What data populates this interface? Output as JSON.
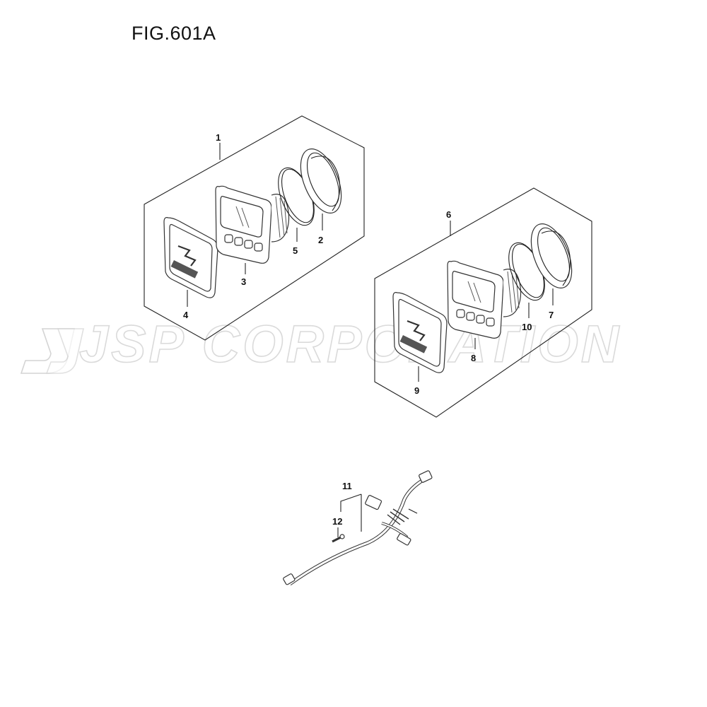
{
  "figure": {
    "title": "FIG.601A"
  },
  "watermark": {
    "text": "JSP CORPORATION"
  },
  "parts": [
    {
      "id": "p1",
      "number": "1"
    },
    {
      "id": "p2",
      "number": "2"
    },
    {
      "id": "p3",
      "number": "3"
    },
    {
      "id": "p4",
      "number": "4"
    },
    {
      "id": "p5",
      "number": "5"
    },
    {
      "id": "p6",
      "number": "6"
    },
    {
      "id": "p7",
      "number": "7"
    },
    {
      "id": "p8",
      "number": "8"
    },
    {
      "id": "p9",
      "number": "9"
    },
    {
      "id": "p10",
      "number": "10"
    },
    {
      "id": "p11",
      "number": "11"
    },
    {
      "id": "p12",
      "number": "12"
    }
  ]
}
